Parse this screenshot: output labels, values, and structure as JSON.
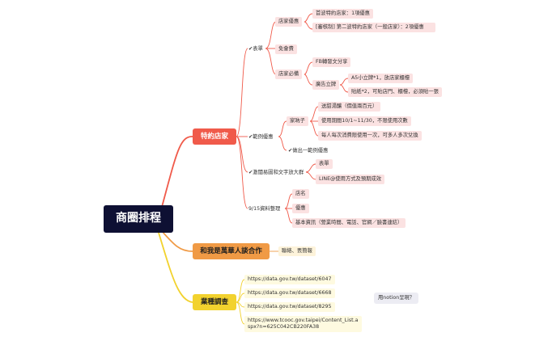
{
  "root": {
    "label": "商圈排程"
  },
  "shop": {
    "label": "特約店家",
    "menu": {
      "label": "✔表單",
      "offer": {
        "label": "店家優惠",
        "first_wave": "首波特約店家：1項優惠",
        "second_wave": "[審核制] 第二波特約店家（一般店家）：2項優惠"
      },
      "free": "免會費",
      "must": {
        "label": "店家必備",
        "fb": "FB轉發文分享",
        "ad_stand": {
          "label": "廣告立牌",
          "a5": "A5小立牌*1，放店家櫃檯",
          "sticker": "貼紙*2，可貼店門、櫃檯，必須貼一張"
        }
      }
    },
    "sample": {
      "label": "✔範例優惠",
      "sister": {
        "label": "家吶子",
        "gift": "送甜湯釀（價值兩百元）",
        "period": "使用期間10/1~11/30，不限使用次數",
        "once": "每人每次消費限使用一次，可多人多次兌換"
      },
      "more": "✔做出一範例優惠"
    },
    "draft": {
      "label": "✔激闊易圖和文字放大群",
      "form": "表單",
      "line": "LINE@使用方式及預期成效"
    },
    "data": {
      "label": "9/15資料整理",
      "name": "店名",
      "offer": "優惠",
      "basic": "基本資訊（營業時間、電話、官網／臉書連結）"
    }
  },
  "collab": {
    "label": "和我是萬華人談合作",
    "item": "聯絡、丟簡報"
  },
  "survey": {
    "label": "業種調查",
    "links": [
      "https://data.gov.tw/dataset/6047",
      "https://data.gov.tw/dataset/6668",
      "https://data.gov.tw/dataset/8295",
      "https://www.tcooc.gov.taipei/Content_List.aspx?n=625C042CB220FA38"
    ],
    "note": "用notion呈現？"
  },
  "colors": {
    "root": "#0e1033",
    "shop": "#f05a4a",
    "collab": "#f09a45",
    "survey": "#f2d22e",
    "node": "#fbe2e2"
  }
}
